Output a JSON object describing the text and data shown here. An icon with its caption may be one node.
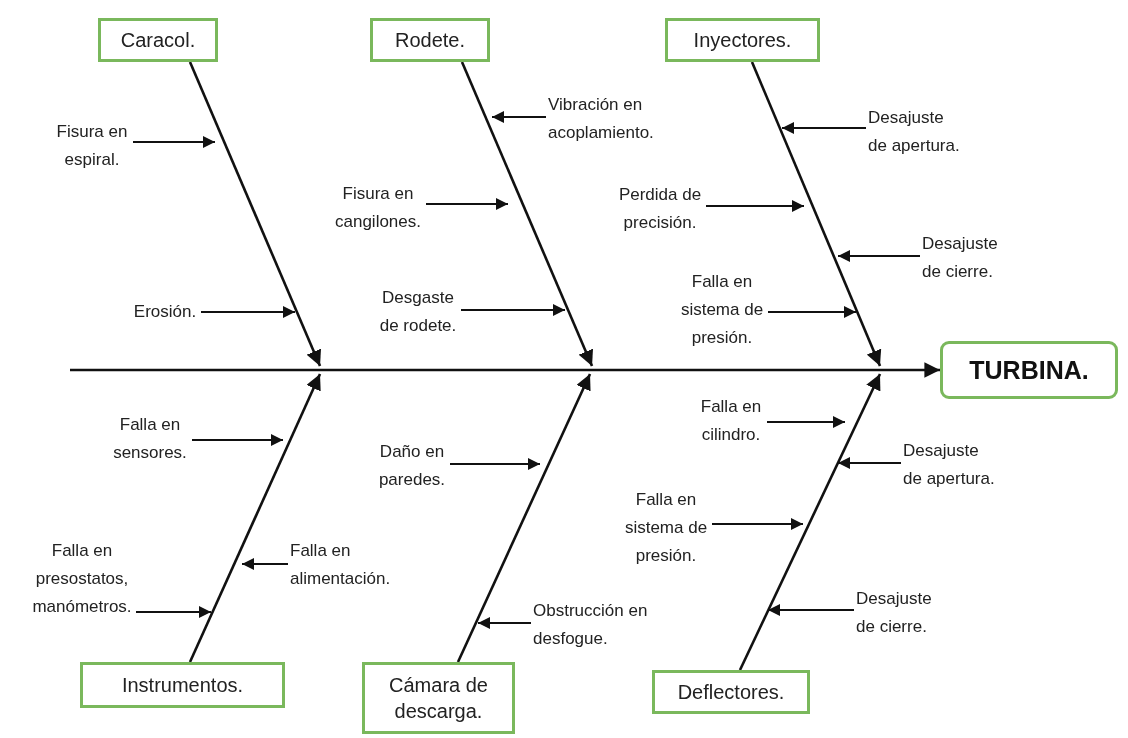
{
  "diagram": {
    "nodes": [
      {
        "text": [
          "Caracol."
        ]
      },
      {
        "text": [
          "Rodete."
        ]
      },
      {
        "text": [
          "Inyectores."
        ]
      },
      {
        "text": [
          "Fisura en espiral."
        ]
      },
      {
        "text": [
          "Vibración en acoplamiento."
        ]
      },
      {
        "text": [
          "Desajuste de apertura."
        ]
      },
      {
        "text": [
          "Fisura en cangilones."
        ]
      },
      {
        "text": [
          "Perdida de precisión."
        ]
      },
      {
        "text": [
          "Desajuste de cierre."
        ]
      },
      {
        "text": [
          "Erosión."
        ]
      },
      {
        "text": [
          "Desgaste de rodete."
        ]
      },
      {
        "text": [
          "Falla en sistema de presión."
        ]
      },
      {
        "text": [
          "TURBINA."
        ]
      },
      {
        "text": [
          "Falla en cilindro."
        ]
      },
      {
        "text": [
          "Falla en sensores."
        ]
      },
      {
        "text": [
          "Desajuste de apertura."
        ]
      },
      {
        "text": [
          "Daño en paredes."
        ]
      },
      {
        "text": [
          "Falla en sistema de presión."
        ]
      },
      {
        "text": [
          "Falla en alimentación."
        ]
      },
      {
        "text": [
          "Falla en presostatos, manómetros."
        ]
      },
      {
        "text": [
          "Desajuste de cierre."
        ]
      },
      {
        "text": [
          "Obstrucción en desfogue."
        ]
      },
      {
        "text": [
          "Instrumentos."
        ]
      },
      {
        "text": [
          "Cámara de descarga."
        ]
      },
      {
        "text": [
          "Deflectores."
        ]
      }
    ],
    "edges": [
      {
        "from": null,
        "to": 12,
        "arrow": "to"
      },
      {
        "from": 0,
        "to": null,
        "arrow": "to"
      },
      {
        "from": 1,
        "to": null,
        "arrow": "to"
      },
      {
        "from": 2,
        "to": null,
        "arrow": "to"
      },
      {
        "from": 22,
        "to": null,
        "arrow": "to"
      },
      {
        "from": 23,
        "to": null,
        "arrow": "to"
      },
      {
        "from": 24,
        "to": null,
        "arrow": "to"
      },
      {
        "from": 3,
        "to": null,
        "arrow": "to"
      },
      {
        "from": 9,
        "to": null,
        "arrow": "to"
      },
      {
        "from": 4,
        "to": null,
        "arrow": "to"
      },
      {
        "from": 6,
        "to": null,
        "arrow": "to"
      },
      {
        "from": 10,
        "to": null,
        "arrow": "to"
      },
      {
        "from": 5,
        "to": null,
        "arrow": "to"
      },
      {
        "from": 7,
        "to": null,
        "arrow": "to"
      },
      {
        "from": 8,
        "to": null,
        "arrow": "to"
      },
      {
        "from": 11,
        "to": null,
        "arrow": "to"
      },
      {
        "from": 14,
        "to": null,
        "arrow": "to"
      },
      {
        "from": 19,
        "to": null,
        "arrow": "to"
      },
      {
        "from": 18,
        "to": null,
        "arrow": "to"
      },
      {
        "from": 16,
        "to": null,
        "arrow": "to"
      },
      {
        "from": 21,
        "to": null,
        "arrow": "to"
      },
      {
        "from": 13,
        "to": null,
        "arrow": "to"
      },
      {
        "from": 15,
        "to": null,
        "arrow": "to"
      },
      {
        "from": 17,
        "to": null,
        "arrow": "to"
      },
      {
        "from": 20,
        "to": null,
        "arrow": "to"
      }
    ]
  }
}
